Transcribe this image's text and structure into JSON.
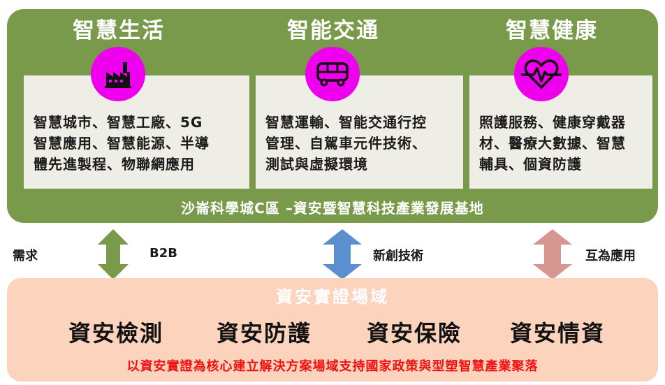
{
  "columns": [
    {
      "title": "智慧生活",
      "icon": "factory-icon",
      "lines": [
        "智慧城市、智慧工廠、5G",
        "智慧應用、智慧能源、半導",
        "體先進製程、物聯網應用"
      ]
    },
    {
      "title": "智能交通",
      "icon": "bus-icon",
      "lines": [
        "智慧運輸、智能交通行控",
        "管理、自駕車元件技術、",
        "測試與虛擬環境"
      ]
    },
    {
      "title": "智慧健康",
      "icon": "heartbeat-icon",
      "lines": [
        "照護服務、健康穿戴器",
        "材、醫療大數據、智慧",
        "輔具、個資防護"
      ]
    }
  ],
  "base_label": "沙崙科學城C區 –資安暨智慧科技產業發展基地",
  "connectors": [
    {
      "label_left": "需求",
      "label_right": "B2B",
      "color": "#79994b"
    },
    {
      "label_right": "新創技術",
      "color": "#5b8fd0"
    },
    {
      "label_right": "互為應用",
      "color": "#d79791"
    }
  ],
  "bottom": {
    "title": "資安實證場域",
    "items": [
      "資安檢測",
      "資安防護",
      "資安保險",
      "資安情資"
    ],
    "slogan": "以資安實證為核心建立解決方案場域支持國家政策與型塑智慧產業聚落"
  },
  "colors": {
    "top_panel": "#79994b",
    "card": "#efeee6",
    "icon_bg": "#ee00ee",
    "bottom_panel": "#fcd3bd",
    "slogan": "#ee1111"
  }
}
